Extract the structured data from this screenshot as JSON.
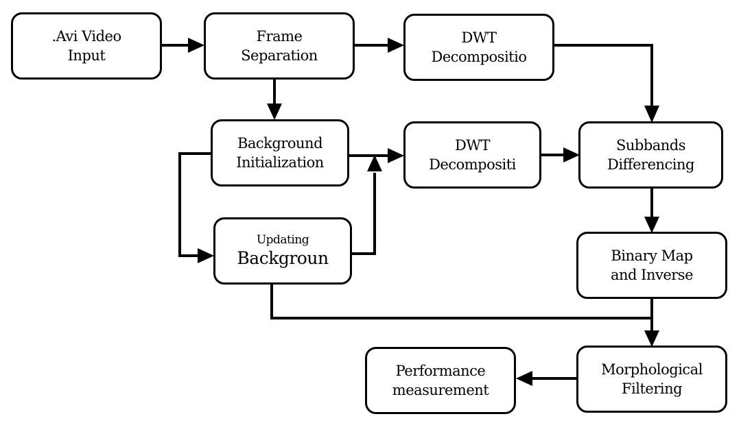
{
  "diagram": {
    "nodes": {
      "avi_input": {
        "line1": ".Avi Video",
        "line2": "Input"
      },
      "frame_separation": {
        "line1": "Frame",
        "line2": "Separation"
      },
      "dwt_top": {
        "line1": "DWT",
        "line2": "Decompositio"
      },
      "background_init": {
        "line1": "Background",
        "line2": "Initialization"
      },
      "dwt_middle": {
        "line1": "DWT",
        "line2": "Decompositi"
      },
      "subbands_diff": {
        "line1": "Subbands",
        "line2": "Differencing"
      },
      "updating_background": {
        "line1": "Updating",
        "line2": "Backgroun"
      },
      "binary_map": {
        "line1": "Binary Map",
        "line2": "and Inverse"
      },
      "performance": {
        "line1": "Performance",
        "line2": "measurement"
      },
      "morphological": {
        "line1": "Morphological",
        "line2": "Filtering"
      }
    }
  }
}
